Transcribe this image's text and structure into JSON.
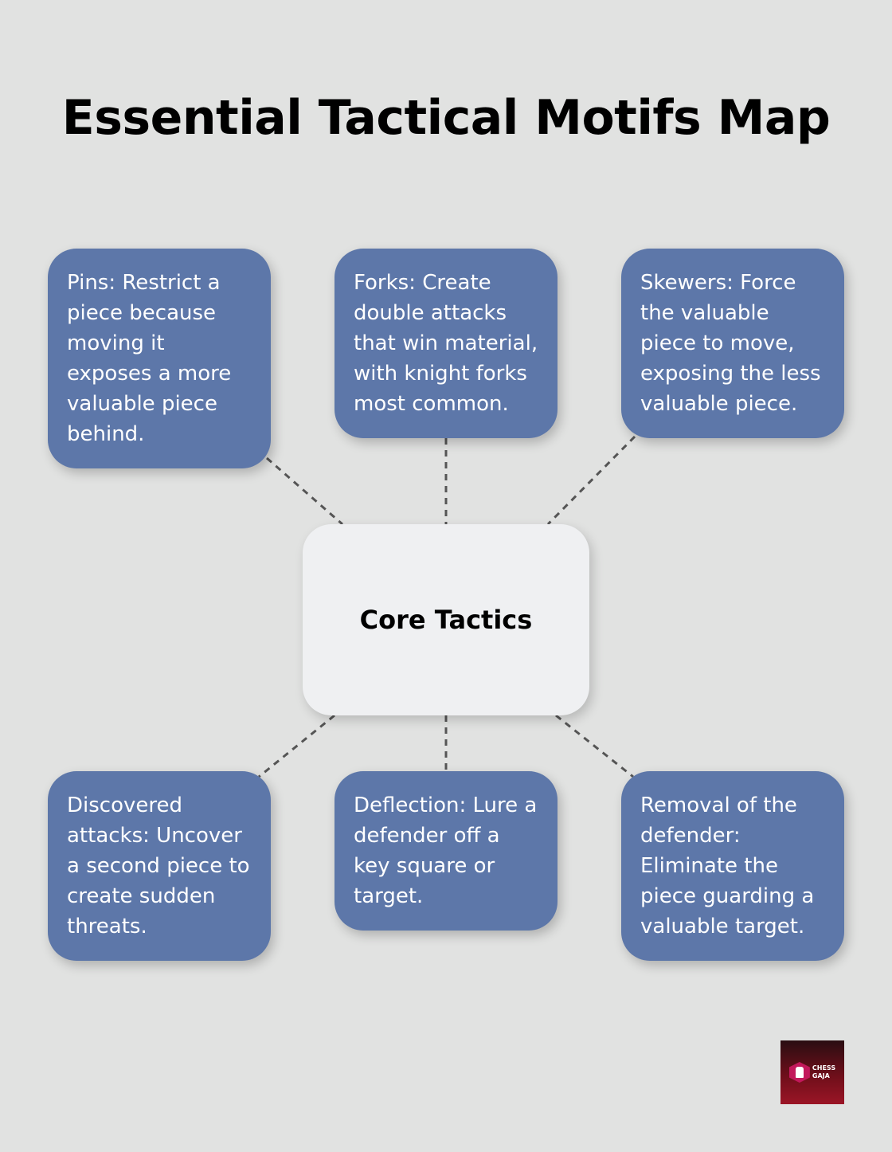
{
  "title": "Essential Tactical Motifs Map",
  "center": {
    "label": "Core Tactics"
  },
  "nodes": [
    {
      "id": "pins",
      "text": "Pins: Restrict a piece because moving it exposes a more valuable piece behind."
    },
    {
      "id": "forks",
      "text": "Forks: Create double attacks that win material, with knight forks most common."
    },
    {
      "id": "skewers",
      "text": "Skewers: Force the valuable piece to move, exposing the less valuable piece."
    },
    {
      "id": "discovered",
      "text": "Discovered attacks: Uncover a second piece to create sudden threats."
    },
    {
      "id": "deflection",
      "text": "Deflection: Lure a defender off a key square or target."
    },
    {
      "id": "removal",
      "text": "Removal of the defender: Eliminate the piece guarding a valuable target."
    }
  ],
  "logo": {
    "line1": "CHESS",
    "line2": "GAJA"
  },
  "colors": {
    "background": "#e1e2e1",
    "node_fill": "#5d77a9",
    "center_fill": "#eff0f2",
    "connector": "#555555",
    "logo_bg": "#6e0f1a"
  }
}
